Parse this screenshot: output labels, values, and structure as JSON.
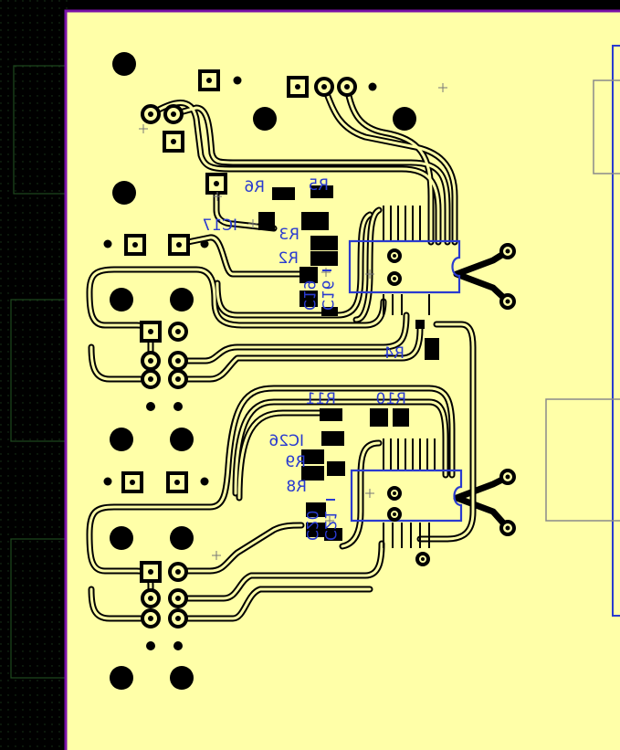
{
  "colors": {
    "background": "#000000",
    "board": "#ffffa8",
    "board_outline": "#7a10a8",
    "copper_outline": "#000000",
    "silkscreen": "#2a3bcf",
    "courtyard": "#1f4a1f",
    "fab_outline": "#8a8a8a"
  },
  "labels": {
    "r6": "R6",
    "r5": "R5",
    "ic17": "IC17",
    "r3": "R3",
    "r2": "R2",
    "c19": "C19",
    "c16": "C16",
    "r4": "R4",
    "r11": "R11",
    "r10": "R10",
    "ic26": "IC26",
    "r9": "R9",
    "r8": "R8",
    "c20": "C20",
    "c21": "C21"
  }
}
